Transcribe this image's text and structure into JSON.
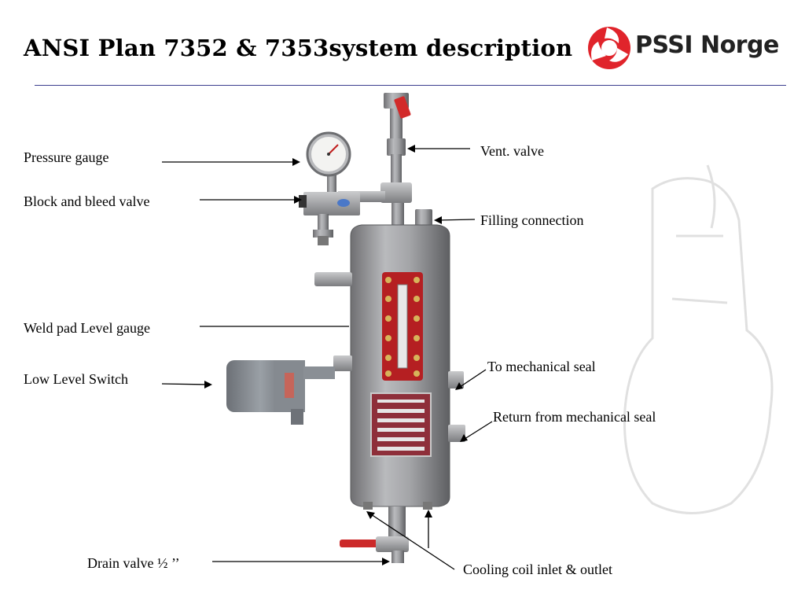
{
  "header": {
    "title": "ANSI Plan 7352 & 7353system description",
    "logo_text": "PSSI Norge",
    "accent_red": "#e0242b",
    "rule_color": "#3b3f8f"
  },
  "labels": {
    "pressure_gauge": "Pressure gauge",
    "block_bleed": "Block and bleed valve",
    "weld_pad": "Weld pad Level gauge",
    "low_level": "Low Level Switch",
    "drain_valve": "Drain valve ½ ’’",
    "vent_valve": "Vent. valve",
    "filling": "Filling connection",
    "to_seal": "To mechanical seal",
    "return_seal": "Return from mechanical seal",
    "cooling_coil": "Cooling coil inlet & outlet"
  }
}
